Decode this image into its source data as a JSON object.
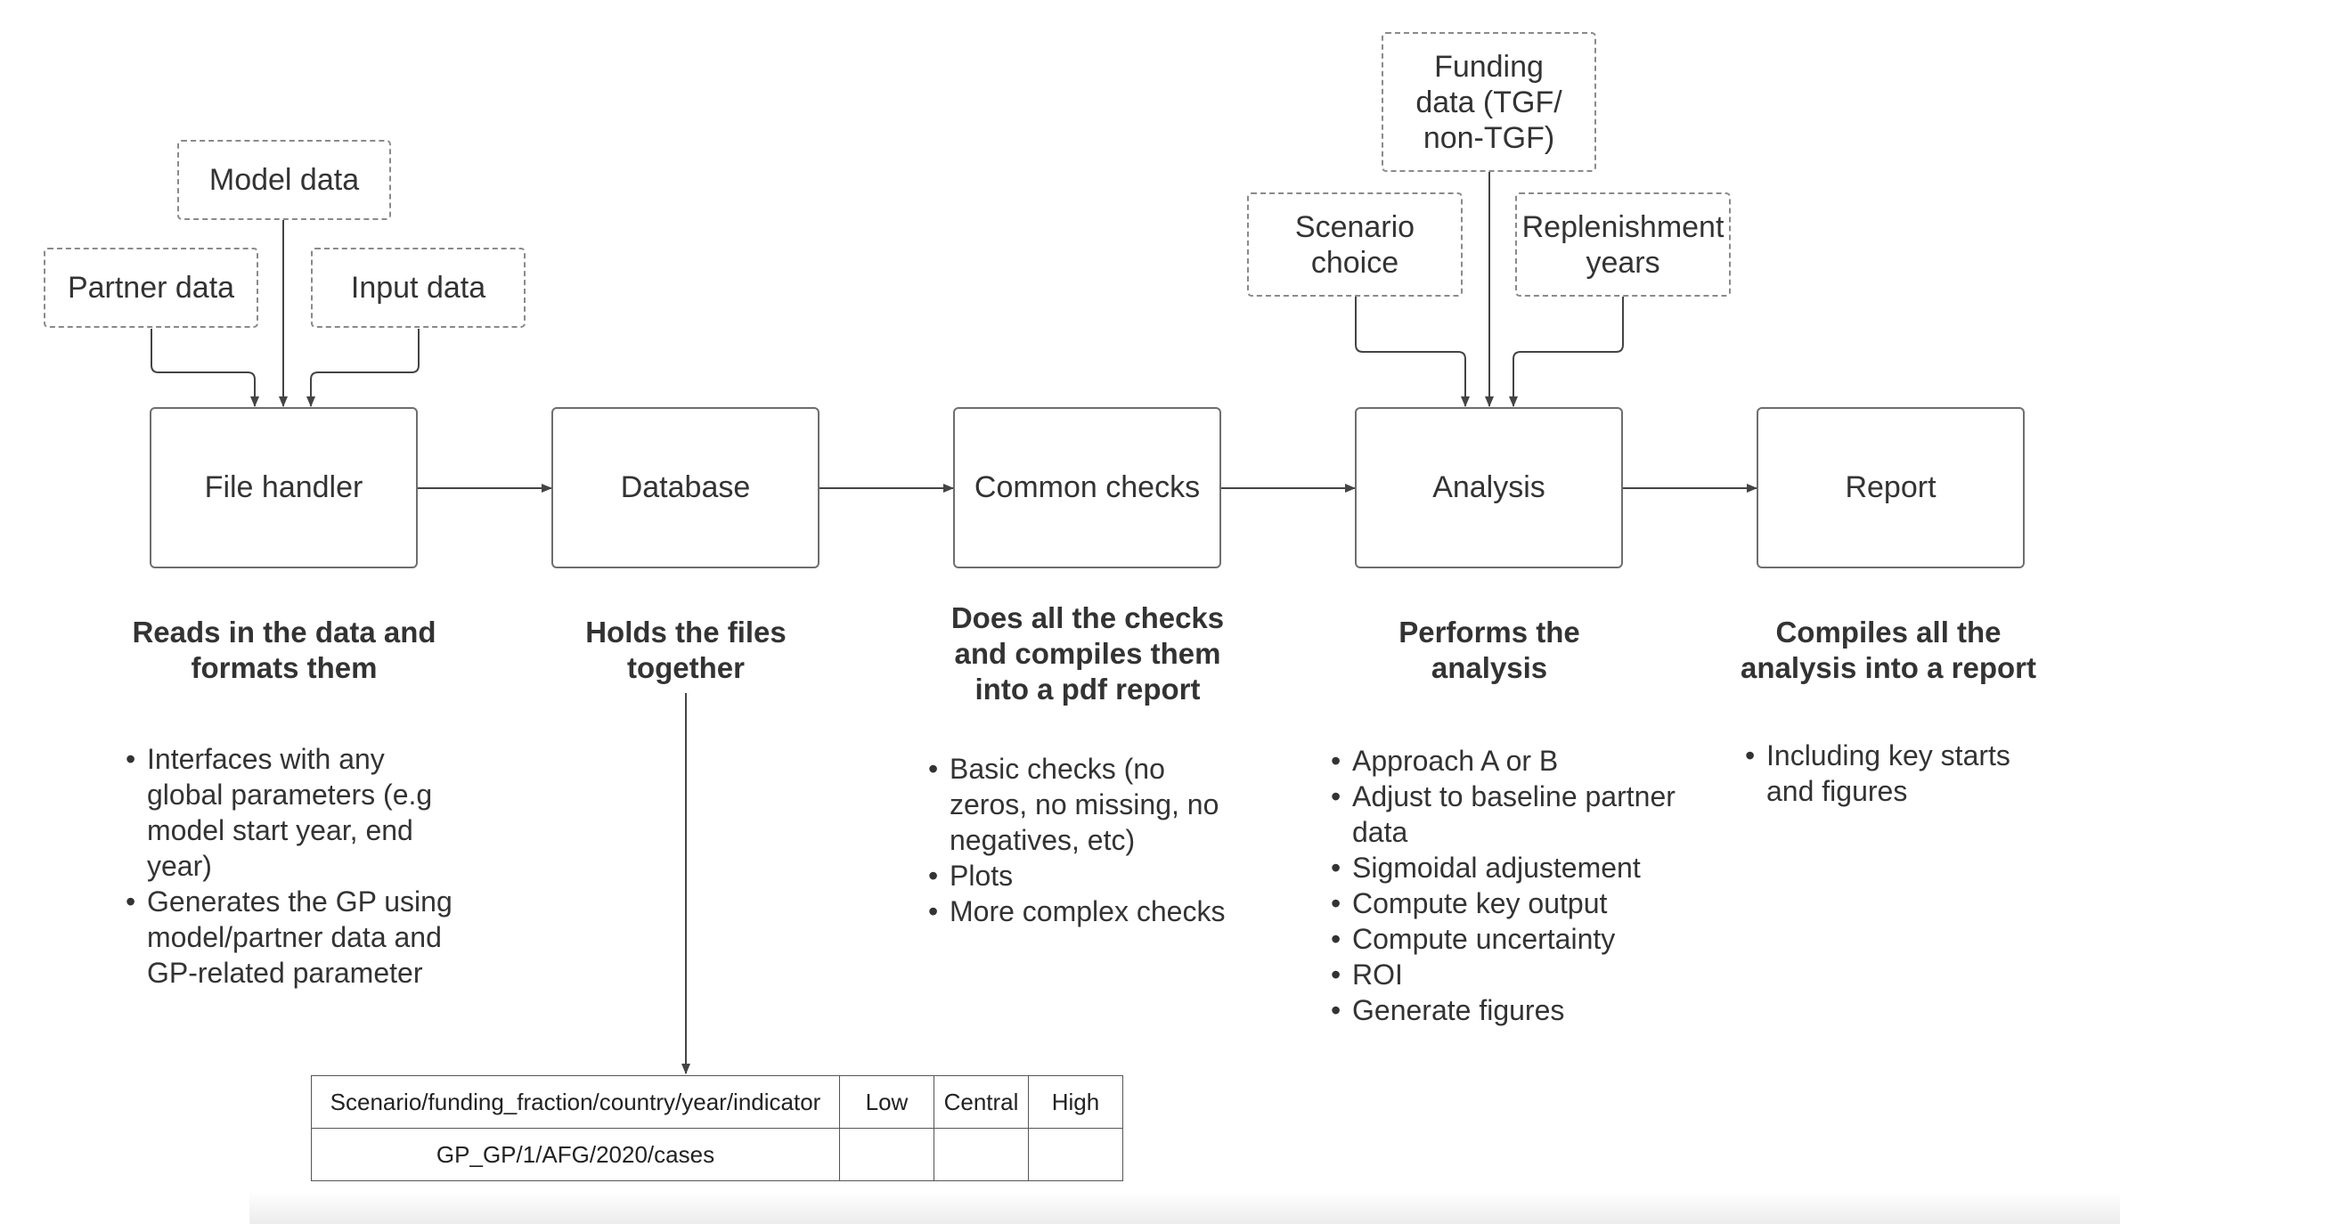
{
  "inputs": {
    "model_data": "Model data",
    "partner_data": "Partner data",
    "input_data": "Input data",
    "funding_data": "Funding data (TGF/ non-TGF)",
    "scenario_choice": "Scenario choice",
    "replenishment_years": "Replenishment years"
  },
  "processes": {
    "file_handler": "File handler",
    "database": "Database",
    "common_checks": "Common checks",
    "analysis": "Analysis",
    "report": "Report"
  },
  "descriptions": {
    "file_handler": {
      "heading": "Reads in the data and formats them",
      "bullets": [
        "Interfaces with any global parameters (e.g model start year, end year)",
        "Generates the GP using model/partner data and GP-related parameter"
      ]
    },
    "database": {
      "heading": "Holds the files together"
    },
    "common_checks": {
      "heading": "Does all the checks and compiles them into a pdf report",
      "bullets": [
        "Basic checks (no zeros, no missing, no negatives, etc)",
        "Plots",
        "More complex checks"
      ]
    },
    "analysis": {
      "heading": "Performs the analysis",
      "bullets": [
        "Approach A or B",
        "Adjust to baseline partner data",
        "Sigmoidal adjustement",
        "Compute key output",
        "Compute uncertainty",
        "ROI",
        "Generate figures"
      ]
    },
    "report": {
      "heading": "Compiles all the analysis into a report",
      "bullets": [
        "Including key starts and figures"
      ]
    }
  },
  "database_table": {
    "headers": [
      "Scenario/funding_fraction/country/year/indicator",
      "Low",
      "Central",
      "High"
    ],
    "row": [
      "GP_GP/1/AFG/2020/cases",
      "",
      "",
      ""
    ]
  },
  "colors": {
    "box_border": "#6e6e6e",
    "dashed_border": "#8a8a8a",
    "line": "#444444",
    "text": "#333333"
  }
}
